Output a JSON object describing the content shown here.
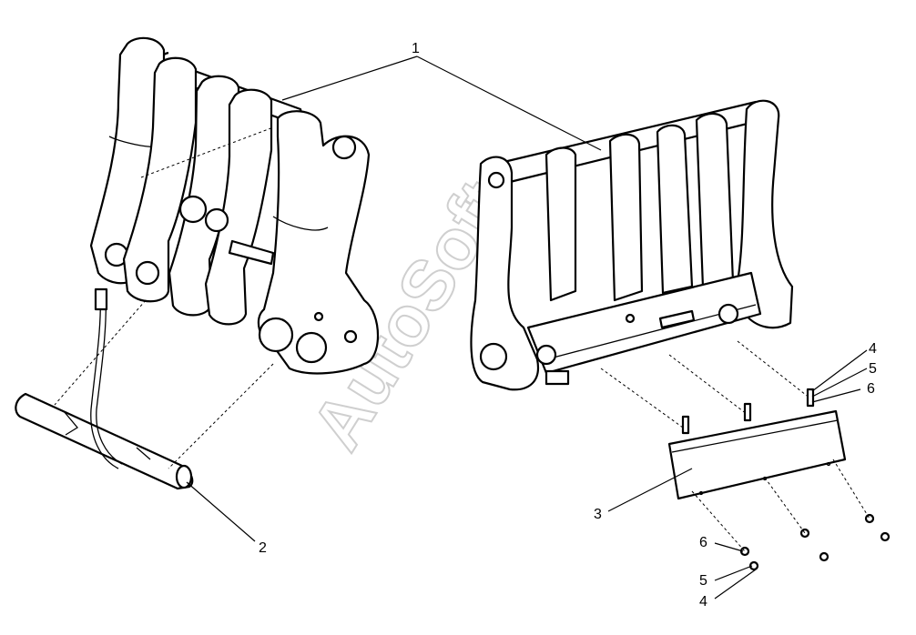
{
  "callouts": {
    "c1": "1",
    "c2": "2",
    "c3": "3",
    "c4_top": "4",
    "c5_top": "5",
    "c6_top": "6",
    "c6_bottom": "6",
    "c5_bottom": "5",
    "c4_bottom": "4"
  },
  "watermark": "AutoSoft"
}
